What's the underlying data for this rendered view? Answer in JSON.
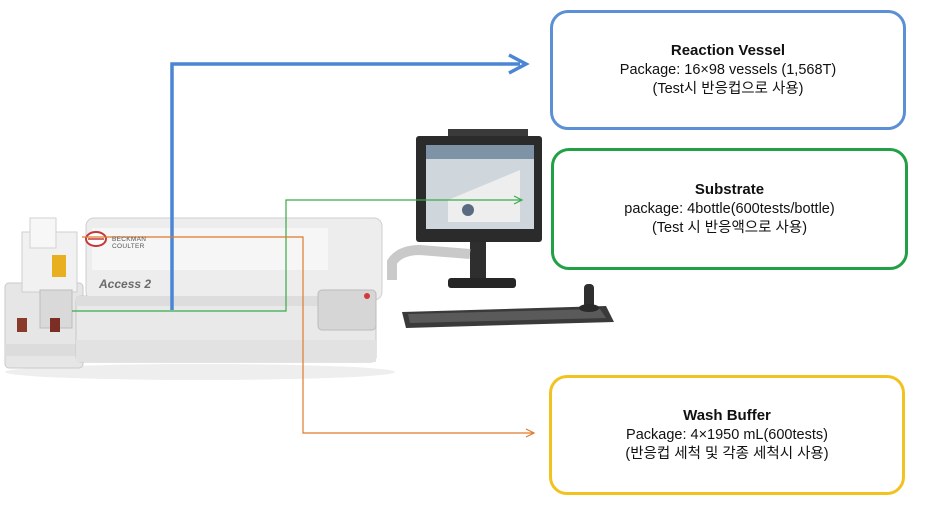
{
  "device": {
    "brand": "BECKMAN COULTER",
    "model": "Access 2"
  },
  "callouts": {
    "reaction_vessel": {
      "title": "Reaction Vessel",
      "package": "Package: 16×98 vessels (1,568T)",
      "note": "(Test시 반응컵으로 사용)",
      "color": "#5b8fd6"
    },
    "substrate": {
      "title": "Substrate",
      "package": "package: 4bottle(600tests/bottle)",
      "note": "(Test 시 반응액으로 사용)",
      "color": "#22a045"
    },
    "wash_buffer": {
      "title": "Wash Buffer",
      "package": "Package: 4×1950 mL(600tests)",
      "note": "(반응컵 세척 및 각종 세척시 사용)",
      "color": "#f2c320"
    }
  },
  "connector_colors": {
    "reaction_vessel": "#4a86d4",
    "substrate": "#3aaa4a",
    "wash_buffer": "#e07a2a"
  }
}
